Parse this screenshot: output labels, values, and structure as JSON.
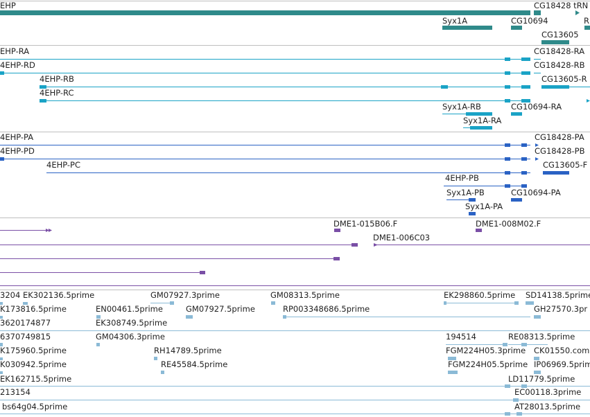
{
  "colors": {
    "background": "#ffffff",
    "separator": "#bfbfbf",
    "gene": "#2f8a8a",
    "mrna": "#1aa3c6",
    "protein": "#2a62c4",
    "clone": "#7a4fa6",
    "est": "#8bbad6",
    "text": "#222222"
  },
  "tracks": [
    {
      "name": "gene",
      "labels": [
        "EHP",
        "CG18428 tRN",
        "Syx1A",
        "CG10694",
        "R",
        "CG13605"
      ]
    },
    {
      "name": "transcript",
      "labels": [
        "EHP-RA",
        "4EHP-RD",
        "4EHP-RB",
        "4EHP-RC",
        "CG18428-RA",
        "CG18428-RB",
        "CG13605-R",
        "Syx1A-RB",
        "CG10694-RA",
        "Syx1A-RA"
      ]
    },
    {
      "name": "translation",
      "labels": [
        "4EHP-PA",
        "4EHP-PD",
        "4EHP-PC",
        "CG18428-PA",
        "CG18428-PB",
        "CG13605-F",
        "4EHP-PB",
        "Syx1A-PB",
        "CG10694-PA",
        "Syx1A-PA"
      ]
    },
    {
      "name": "clone",
      "labels": [
        "DME1-015B06.F",
        "DME1-008M02.F",
        "DME1-006C03"
      ]
    },
    {
      "name": "est",
      "labels": [
        "3204",
        "EK302136.5prime",
        "GM07927.3prime",
        "GM08313.5prime",
        "EK298860.5prime",
        "SD14138.5prime",
        "K173816.5prime",
        "EN00461.5prime",
        "GM07927.5prime",
        "RP003348686.5prime",
        "GH27570.3pr",
        "3620174877",
        "EK308749.5prime",
        "6370749815",
        "GM04306.3prime",
        "194514",
        "RE08313.5prime",
        "K175960.5prime",
        "RH14789.5prime",
        "FGM224H05.3prime",
        "CK01550.com",
        "K030942.5prime",
        "RE45584.5prime",
        "FGM224H05.5prime",
        "IP06969.5prime",
        "EK162715.5prime",
        "LD11779.5prime",
        "213154",
        "EC00118.3prime",
        "bs64g04.5prime",
        "AT28013.5prime"
      ]
    }
  ]
}
